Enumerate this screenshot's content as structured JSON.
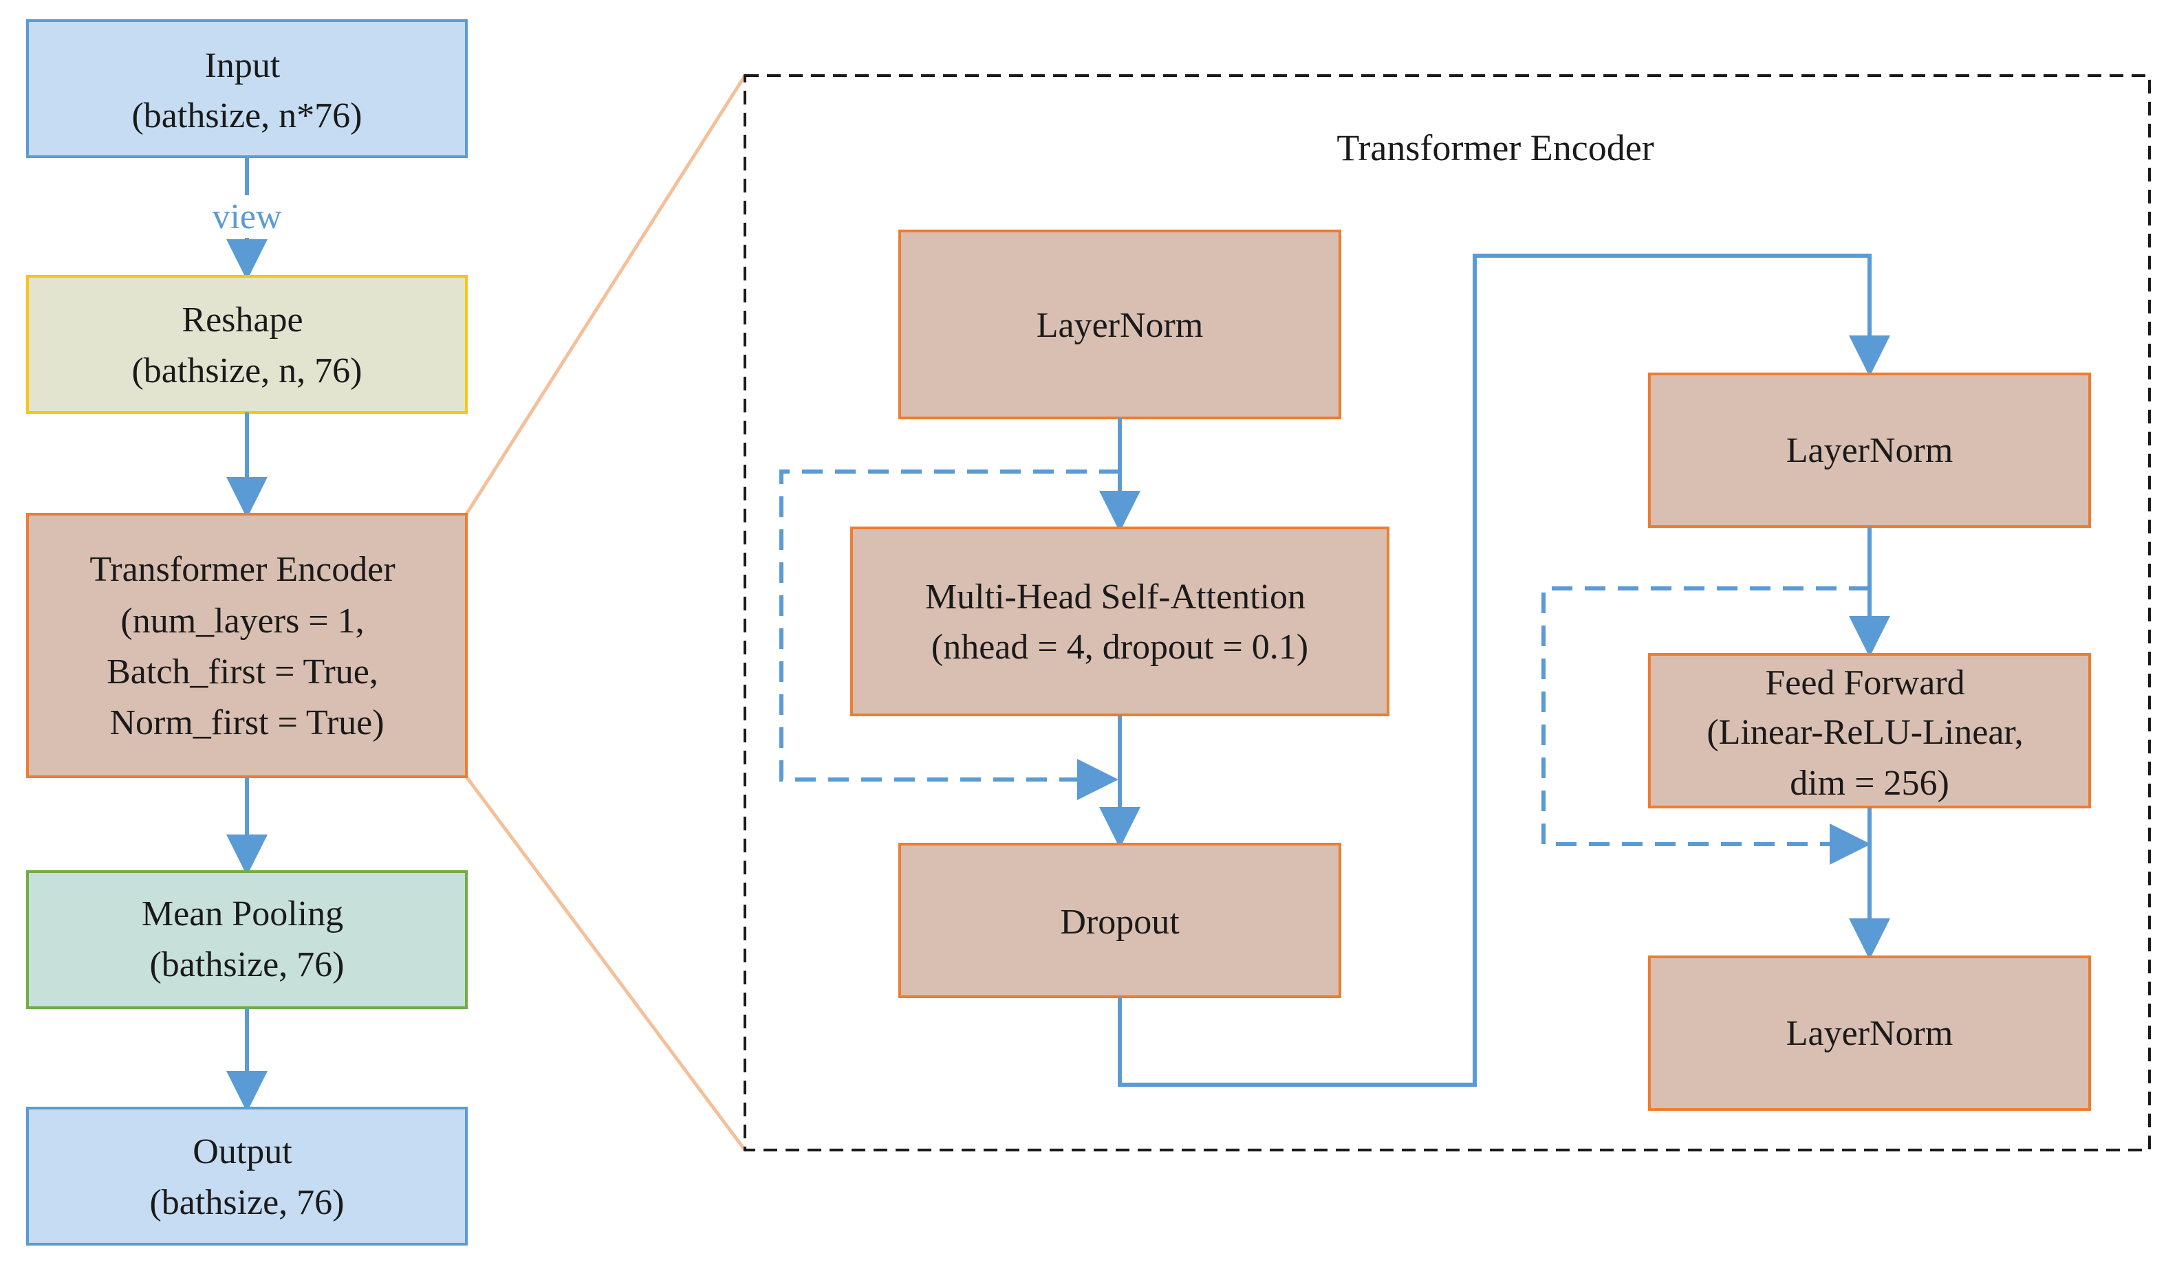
{
  "colors": {
    "blue_fill": "#c5dcf2",
    "blue_stroke": "#5b9bd5",
    "yellow_fill": "#e2e4d0",
    "yellow_stroke": "#f5c518",
    "brown_fill": "#d9bfb2",
    "orange_stroke": "#ed7d31",
    "green_fill": "#c7e0da",
    "green_stroke": "#70ad47",
    "arrow": "#5b9bd5",
    "zoom_line": "#f4c09a",
    "dashed_frame": "#1a1a1a"
  },
  "left_column": {
    "input": [
      "Input",
      "(bathsize, n*76)"
    ],
    "view_label": "view",
    "reshape": [
      "Reshape",
      "(bathsize, n, 76)"
    ],
    "encoder": [
      "Transformer Encoder",
      "(num_layers = 1,",
      "Batch_first = True,",
      "Norm_first = True)"
    ],
    "pooling": [
      "Mean Pooling",
      "(bathsize, 76)"
    ],
    "output": [
      "Output",
      "(bathsize, 76)"
    ]
  },
  "detail": {
    "title": "Transformer Encoder",
    "layernorm_1": [
      "LayerNorm"
    ],
    "attention": [
      "Multi-Head Self-Attention",
      "(nhead = 4, dropout = 0.1)"
    ],
    "dropout": [
      "Dropout"
    ],
    "layernorm_2": [
      "LayerNorm"
    ],
    "feed_forward": [
      "Feed Forward",
      "(Linear-ReLU-Linear,",
      "dim = 256)"
    ],
    "layernorm_3": [
      "LayerNorm"
    ]
  }
}
